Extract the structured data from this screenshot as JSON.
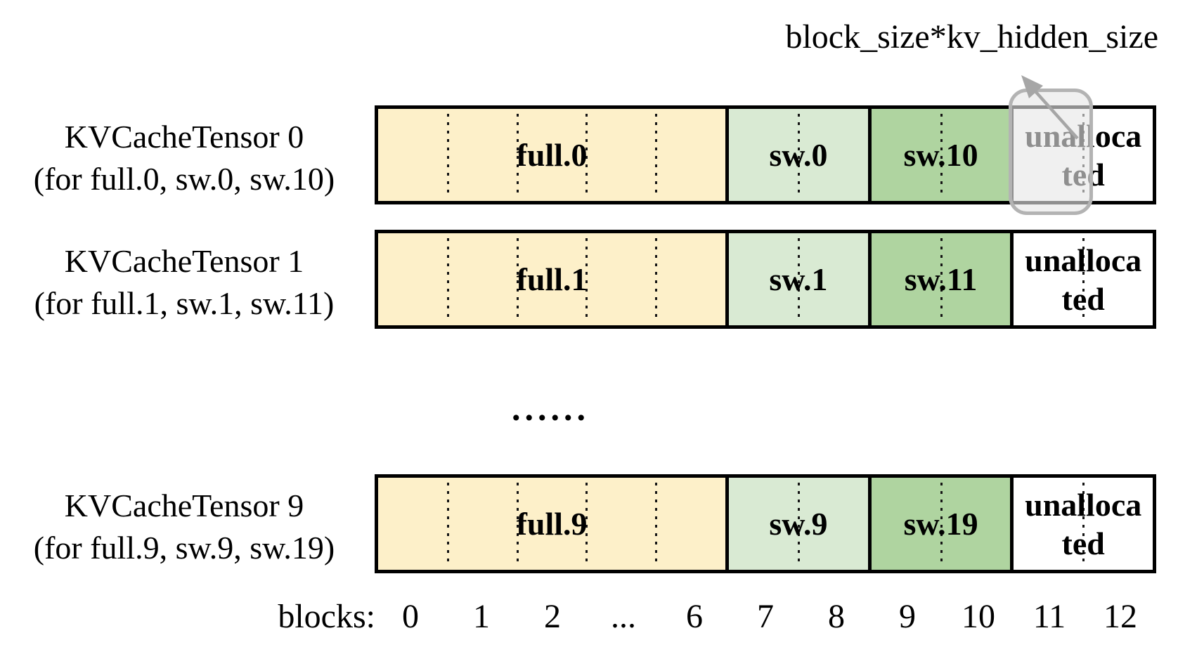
{
  "annotation": {
    "label": "block_size*kv_hidden_size"
  },
  "rows": [
    {
      "title": "KVCacheTensor 0",
      "subtitle": "(for full.0, sw.0, sw.10)",
      "segments": [
        {
          "label": "full.0"
        },
        {
          "label": "sw.0"
        },
        {
          "label": "sw.10"
        },
        {
          "label": "unallocated"
        }
      ]
    },
    {
      "title": "KVCacheTensor 1",
      "subtitle": "(for full.1, sw.1, sw.11)",
      "segments": [
        {
          "label": "full.1"
        },
        {
          "label": "sw.1"
        },
        {
          "label": "sw.11"
        },
        {
          "label": "unallocated"
        }
      ]
    },
    {
      "title": "KVCacheTensor 9",
      "subtitle": "(for full.9, sw.9, sw.19)",
      "segments": [
        {
          "label": "full.9"
        },
        {
          "label": "sw.9"
        },
        {
          "label": "sw.19"
        },
        {
          "label": "unallocated"
        }
      ]
    }
  ],
  "ellipsis": "......",
  "axis": {
    "prefix": "blocks:",
    "ticks": [
      "0",
      "1",
      "2",
      "...",
      "6",
      "7",
      "8",
      "9",
      "10",
      "11",
      "12"
    ]
  },
  "colors": {
    "full_segment": "#FDF0C9",
    "sw_segment_light": "#D9EAD3",
    "sw_segment_dark": "#AFD4A0",
    "unallocated_segment": "#FFFFFF",
    "outline": "#000000",
    "highlight_border": "#B3B3B3",
    "highlight_fill": "rgba(230,230,230,0.62)",
    "arrow": "#A6A6A6"
  }
}
